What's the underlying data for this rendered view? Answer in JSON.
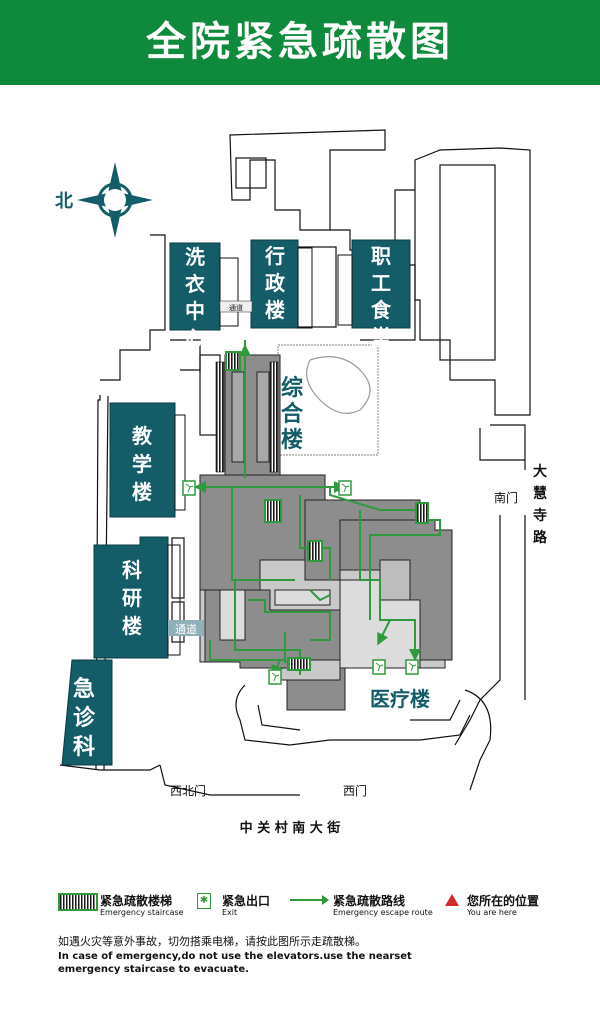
{
  "title": "全院紧急疏散图",
  "compass": {
    "north": "北"
  },
  "colors": {
    "header": "#0f8a3c",
    "building": "#145c67",
    "route": "#2e9a3c",
    "marker": "#d42a2a"
  },
  "buildings": {
    "laundry": "洗衣中心",
    "admin": "行政楼",
    "canteen": "职工食堂",
    "complex": "综合楼",
    "teaching": "教学楼",
    "research": "科研楼",
    "emergency": "急诊科",
    "medical": "医疗楼"
  },
  "passages": {
    "top": "通道",
    "middle": "通道"
  },
  "gates": {
    "south": "南门",
    "west": "西门",
    "northwest": "西北门"
  },
  "roads": {
    "east": "大慧寺路",
    "south": "中 关 村 南 大 街"
  },
  "legend": [
    {
      "icon": "staircase-icon",
      "label": "紧急疏散楼梯",
      "sub": "Emergency staircase"
    },
    {
      "icon": "exit-icon",
      "label": "紧急出口",
      "sub": "Exit"
    },
    {
      "icon": "route-icon",
      "label": "紧急疏散路线",
      "sub": "Emergency escape route"
    },
    {
      "icon": "you-are-here-icon",
      "label": "您所在的位置",
      "sub": "You are here"
    }
  ],
  "notes": {
    "cn": "如遇火灾等意外事故，切勿搭乘电梯，请按此图所示走疏散梯。",
    "en1": "In case of emergency,do not use the elevators.use the nearset",
    "en2": "emergency staircase to evacuate."
  }
}
